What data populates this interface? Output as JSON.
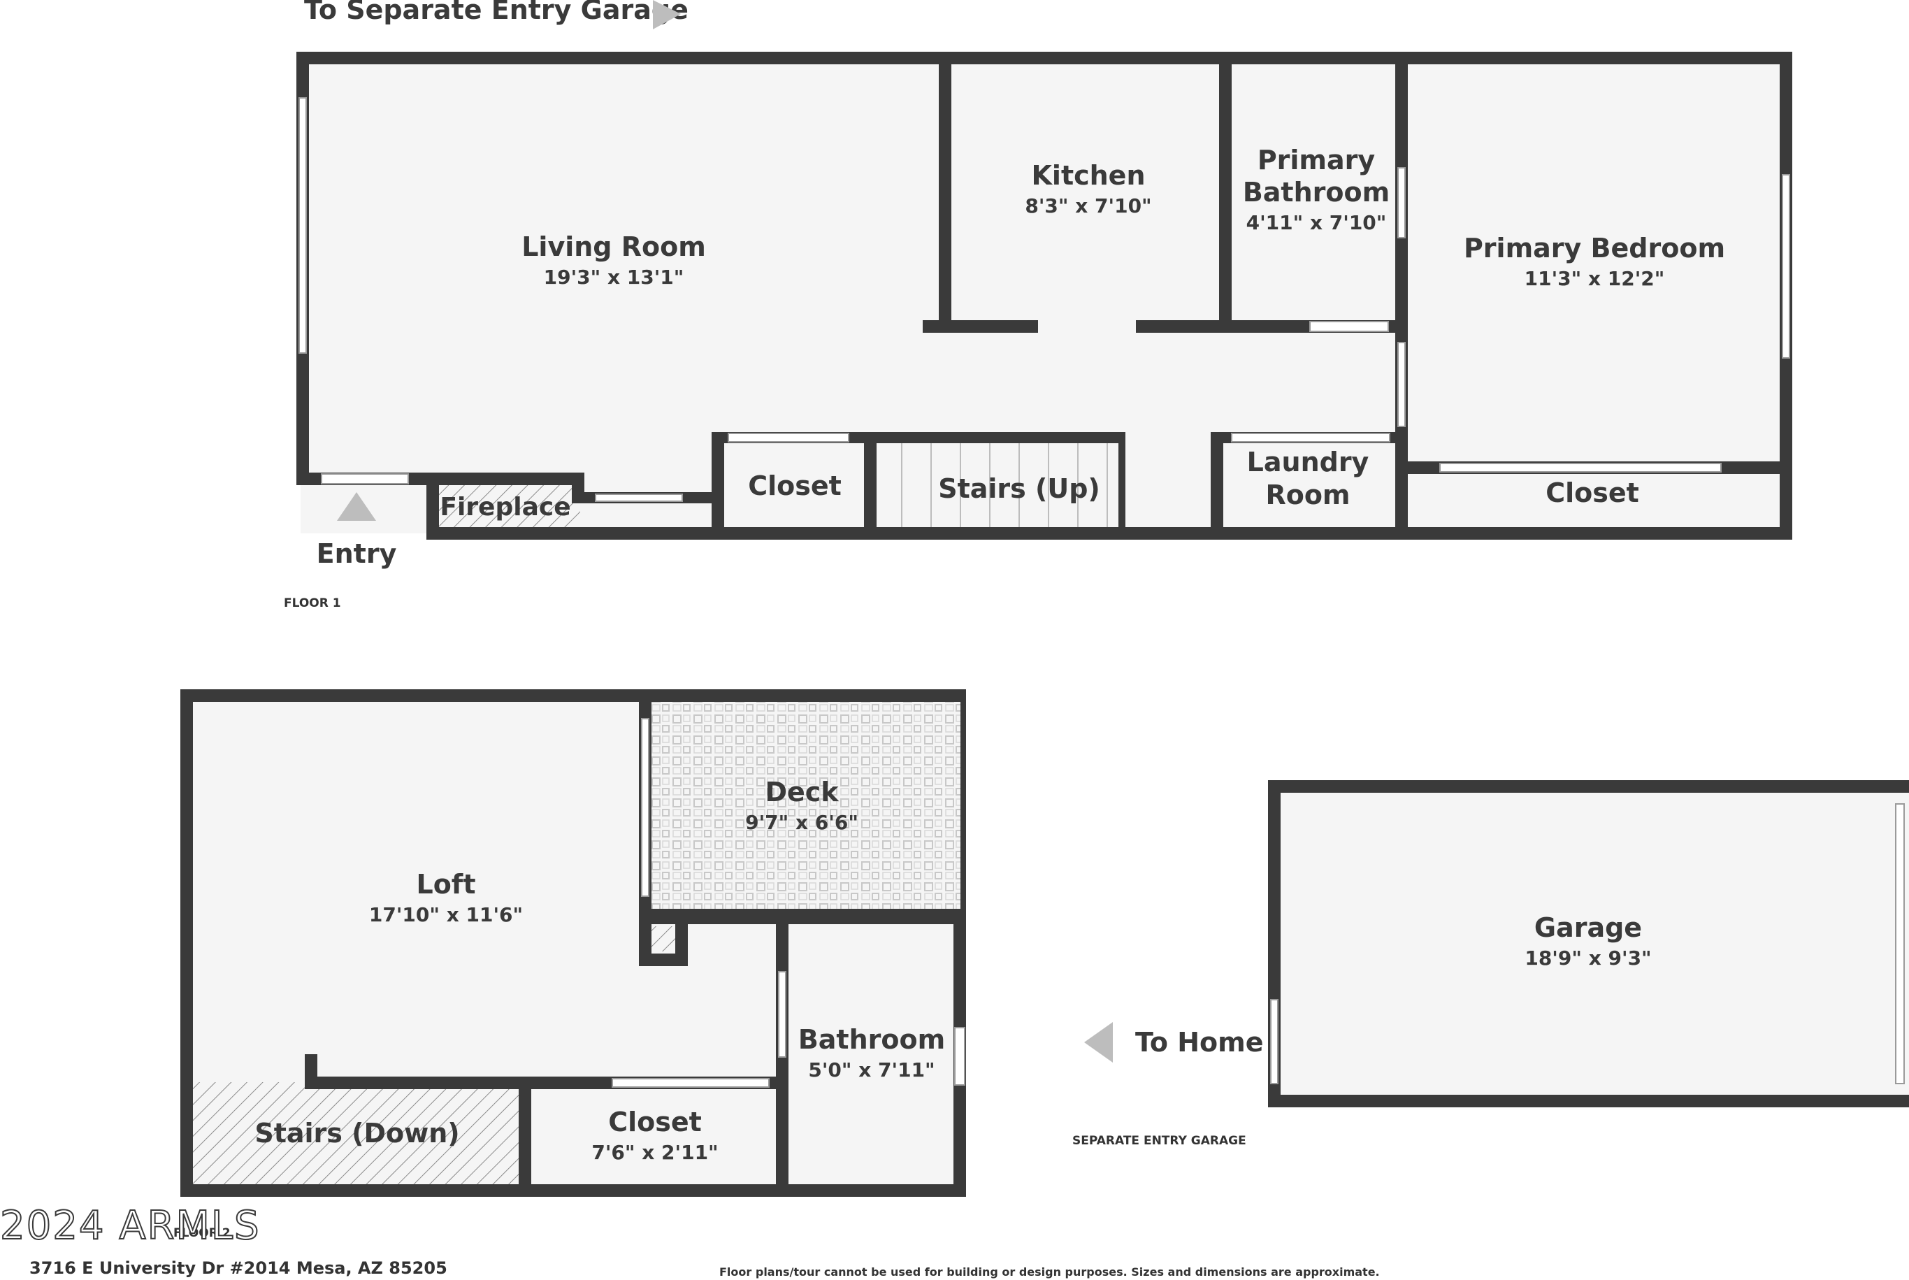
{
  "labels": {
    "to_garage": "To Separate Entry Garage",
    "entry": "Entry",
    "floor1": "FLOOR 1",
    "floor2": "FLOOR 2",
    "to_home": "To Home",
    "garage_caption": "SEPARATE ENTRY GARAGE",
    "watermark": "2024 ARMLS",
    "address": "3716 E University Dr #2014 Mesa, AZ 85205",
    "disclaimer": "Floor plans/tour cannot be used for building or design purposes. Sizes and dimensions are approximate."
  },
  "rooms": {
    "living": {
      "name": "Living Room",
      "dims": "19'3\" x 13'1\""
    },
    "kitchen": {
      "name": "Kitchen",
      "dims": "8'3\" x 7'10\""
    },
    "primary_bath": {
      "name1": "Primary",
      "name2": "Bathroom",
      "dims": "4'11\" x 7'10\""
    },
    "primary_bed": {
      "name": "Primary Bedroom",
      "dims": "11'3\" x 12'2\""
    },
    "fireplace": {
      "name": "Fireplace"
    },
    "closet_a": {
      "name": "Closet"
    },
    "stairs_up": {
      "name": "Stairs (Up)"
    },
    "laundry": {
      "name1": "Laundry",
      "name2": "Room"
    },
    "closet_b": {
      "name": "Closet"
    },
    "loft": {
      "name": "Loft",
      "dims": "17'10\" x 11'6\""
    },
    "deck": {
      "name": "Deck",
      "dims": "9'7\" x 6'6\""
    },
    "bathroom": {
      "name": "Bathroom",
      "dims": "5'0\" x 7'11\""
    },
    "stairs_down": {
      "name": "Stairs (Down)"
    },
    "closet_c": {
      "name": "Closet",
      "dims": "7'6\" x 2'11\""
    },
    "garage": {
      "name": "Garage",
      "dims": "18'9\" x 9'3\""
    }
  },
  "colors": {
    "wall": "#3a3a3a",
    "floor": "#f5f5f5",
    "arrow": "#bdbdbd",
    "opening": "#ffffff"
  }
}
